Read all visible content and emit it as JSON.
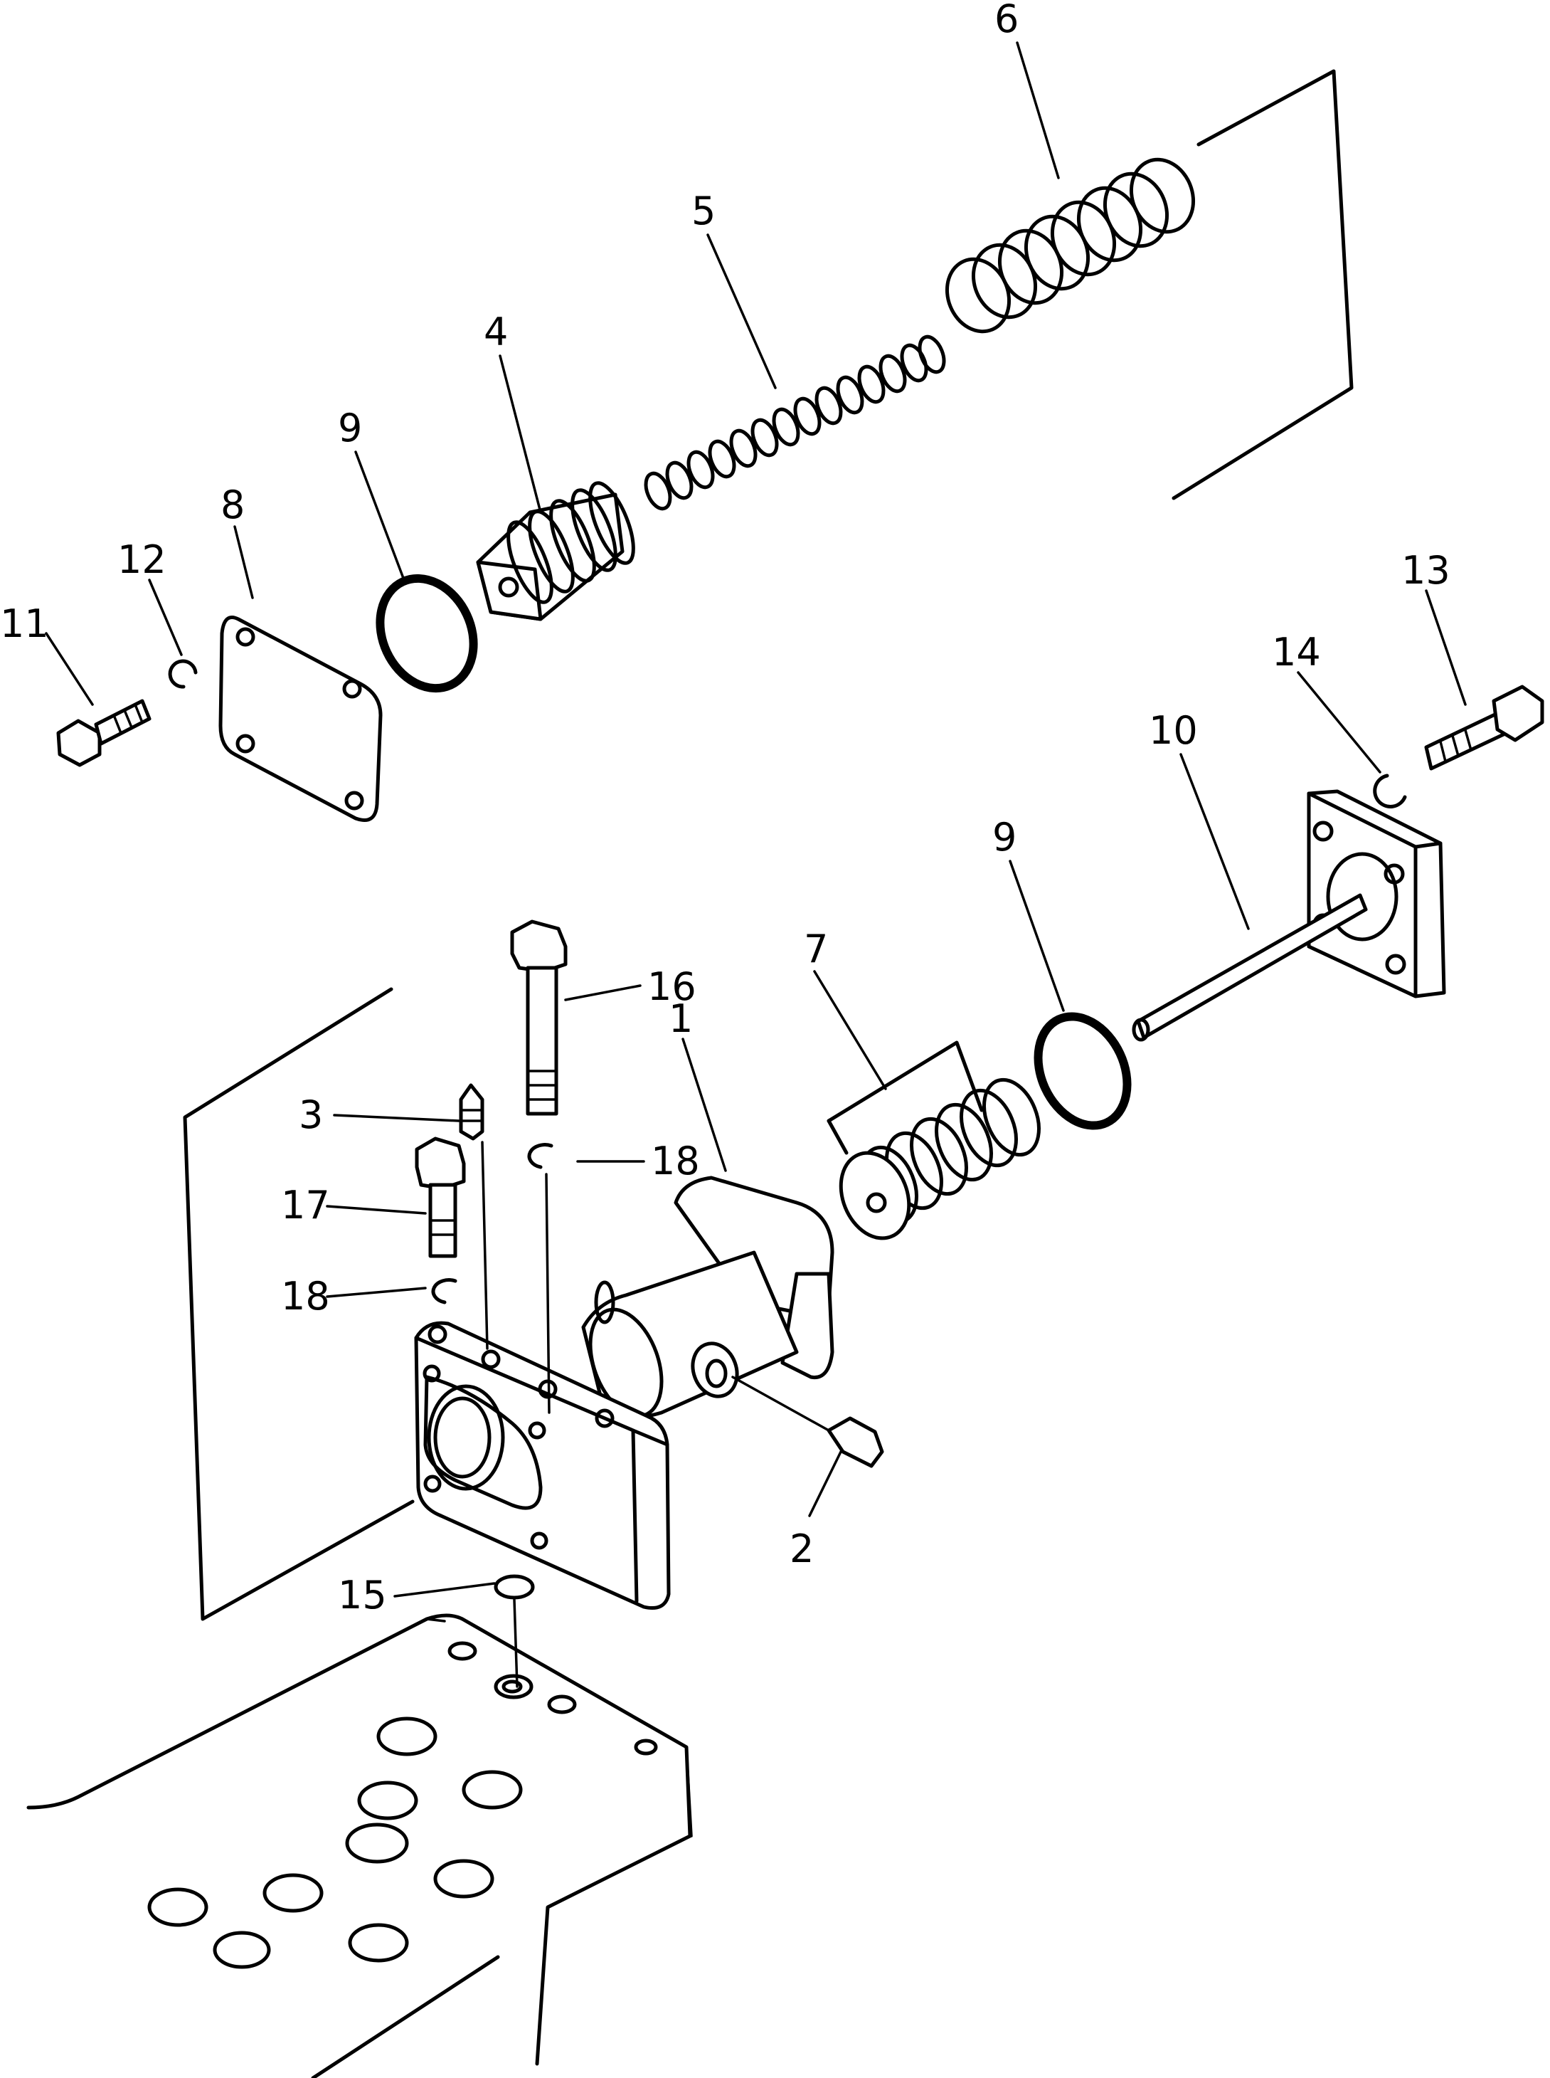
{
  "callouts": [
    {
      "id": "c1",
      "text": "1"
    },
    {
      "id": "c2",
      "text": "2"
    },
    {
      "id": "c3",
      "text": "3"
    },
    {
      "id": "c4",
      "text": "4"
    },
    {
      "id": "c5",
      "text": "5"
    },
    {
      "id": "c6",
      "text": "6"
    },
    {
      "id": "c7",
      "text": "7"
    },
    {
      "id": "c8",
      "text": "8"
    },
    {
      "id": "c9a",
      "text": "9"
    },
    {
      "id": "c9b",
      "text": "9"
    },
    {
      "id": "c10",
      "text": "10"
    },
    {
      "id": "c11",
      "text": "11"
    },
    {
      "id": "c12",
      "text": "12"
    },
    {
      "id": "c13",
      "text": "13"
    },
    {
      "id": "c14",
      "text": "14"
    },
    {
      "id": "c15",
      "text": "15"
    },
    {
      "id": "c16",
      "text": "16"
    },
    {
      "id": "c17",
      "text": "17"
    },
    {
      "id": "c18a",
      "text": "18"
    },
    {
      "id": "c18b",
      "text": "18"
    }
  ]
}
